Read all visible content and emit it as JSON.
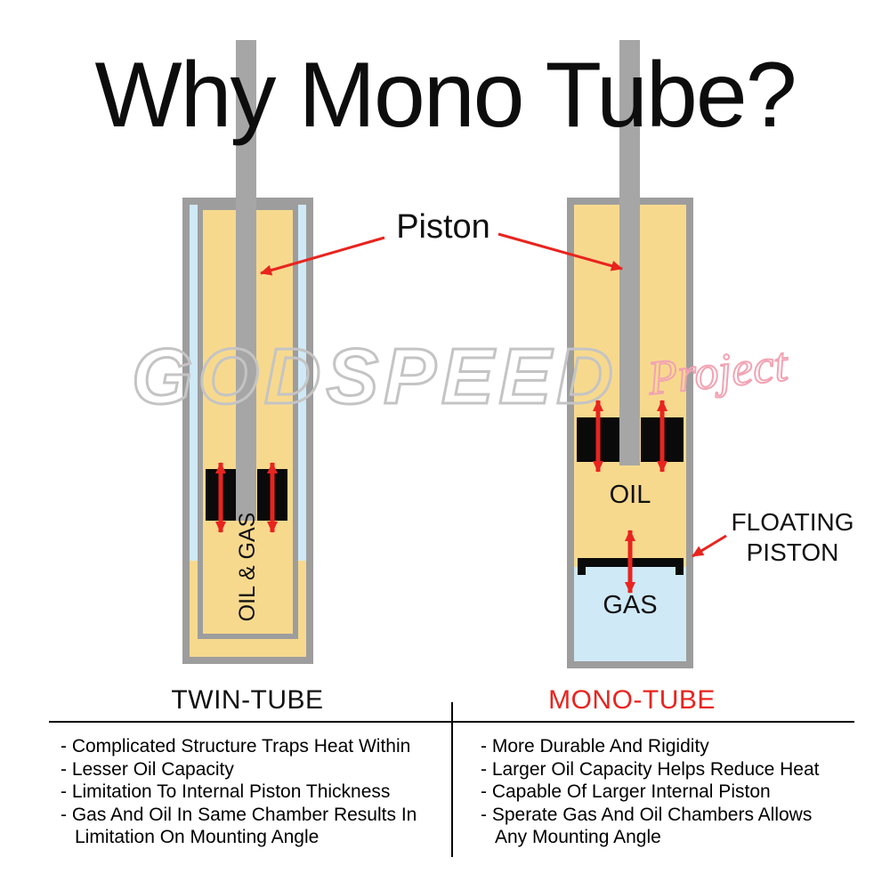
{
  "title": "Why Mono Tube?",
  "watermark": {
    "brand": "GODSPEED",
    "suffix": "Project"
  },
  "diagram": {
    "piston_label": "Piston",
    "floating_line1": "FLOATING",
    "floating_line2": "PISTON",
    "twin": {
      "chamber_label": "OIL & GAS",
      "caption": "TWIN-TUBE"
    },
    "mono": {
      "oil_label": "OIL",
      "gas_label": "GAS",
      "caption": "MONO-TUBE"
    }
  },
  "notes": {
    "twin": [
      "- Complicated Structure Traps Heat Within",
      "- Lesser Oil Capacity",
      "- Limitation To Internal Piston Thickness",
      "- Gas And Oil In Same Chamber Results In",
      "Limitation On Mounting Angle"
    ],
    "mono": [
      "- More Durable And Rigidity",
      "- Larger Oil Capacity Helps Reduce Heat",
      "- Capable Of Larger Internal Piston",
      "- Sperate Gas And Oil Chambers Allows",
      "Any Mounting Angle"
    ]
  },
  "colors": {
    "oil_fill": "#f7d98e",
    "gas_fill": "#cfe9f7",
    "tube_wall_gray": "#9d9d9d",
    "rod_gray": "#a6a6a6",
    "arrow_red": "#e8241f",
    "mono_caption_red": "#e8241f",
    "watermark_gray": "#c4c4c4",
    "watermark_pink": "#f2a3b3",
    "piston_black": "#0a0a0a"
  }
}
